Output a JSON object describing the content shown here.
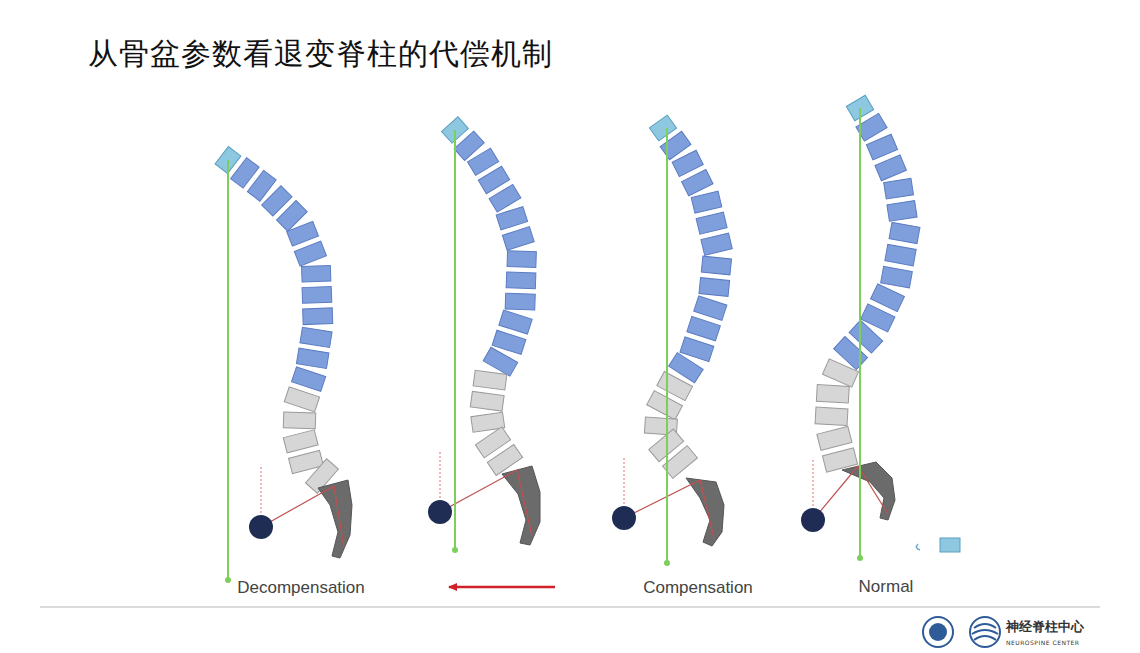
{
  "diagram": {
    "title": "从骨盆参数看退变脊柱的代偿机制",
    "labels": [
      "Decompensation",
      "Compensation",
      "Normal",
      "神经脊柱中心",
      "NEUROSPINE CENTER"
    ]
  }
}
